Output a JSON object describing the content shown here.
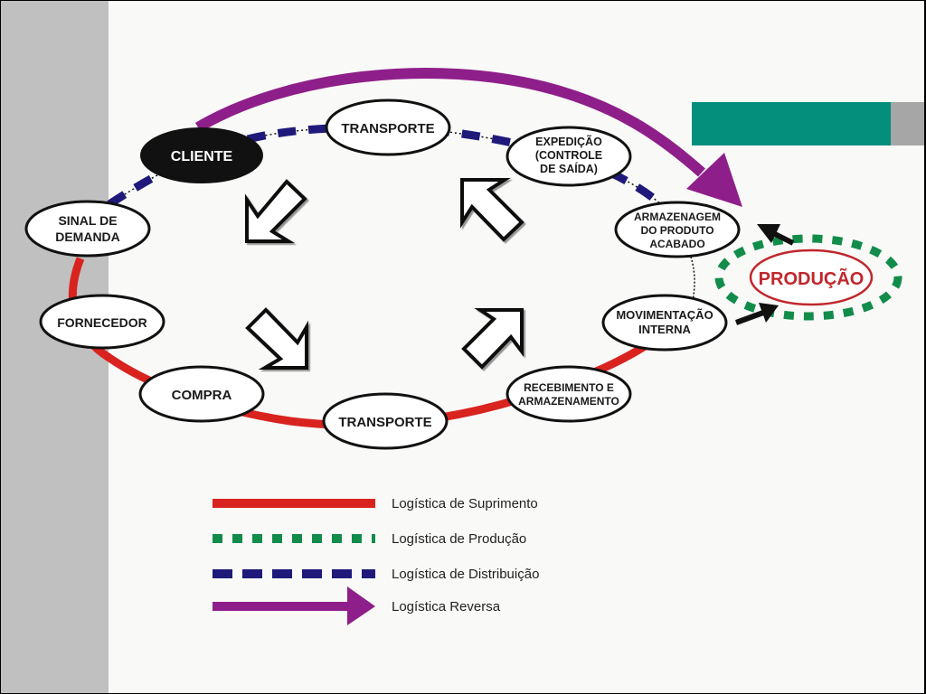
{
  "colors": {
    "supply": "#d9231f",
    "production": "#128c4a",
    "distribution": "#1f1a7a",
    "reverse": "#8e1f8a",
    "production_label": "#c0272d",
    "teal_bar": "#048e7c",
    "grey_bar": "#a6a6a6",
    "sidebar": "#c0c0c0"
  },
  "nodes": {
    "cliente": "CLIENTE",
    "transporte_top": "TRANSPORTE",
    "expedicao": [
      "EXPEDIÇÃO",
      "(CONTROLE",
      "DE SAÍDA)"
    ],
    "armazenagem": [
      "ARMAZENAGEM",
      "DO PRODUTO",
      "ACABADO"
    ],
    "sinal_demanda": [
      "SINAL DE",
      "DEMANDA"
    ],
    "fornecedor": "FORNECEDOR",
    "compra": "COMPRA",
    "transporte_bottom": "TRANSPORTE",
    "recebimento": [
      "RECEBIMENTO E",
      "ARMAZENAMENTO"
    ],
    "movimentacao": [
      "MOVIMENTAÇÃO",
      "INTERNA"
    ],
    "producao": "PRODUÇÃO"
  },
  "legend": [
    {
      "key": "supply",
      "label": "Logística de Suprimento"
    },
    {
      "key": "production",
      "label": "Logística de Produção"
    },
    {
      "key": "distribution",
      "label": "Logística de Distribuição"
    },
    {
      "key": "reverse",
      "label": "Logística Reversa"
    }
  ]
}
